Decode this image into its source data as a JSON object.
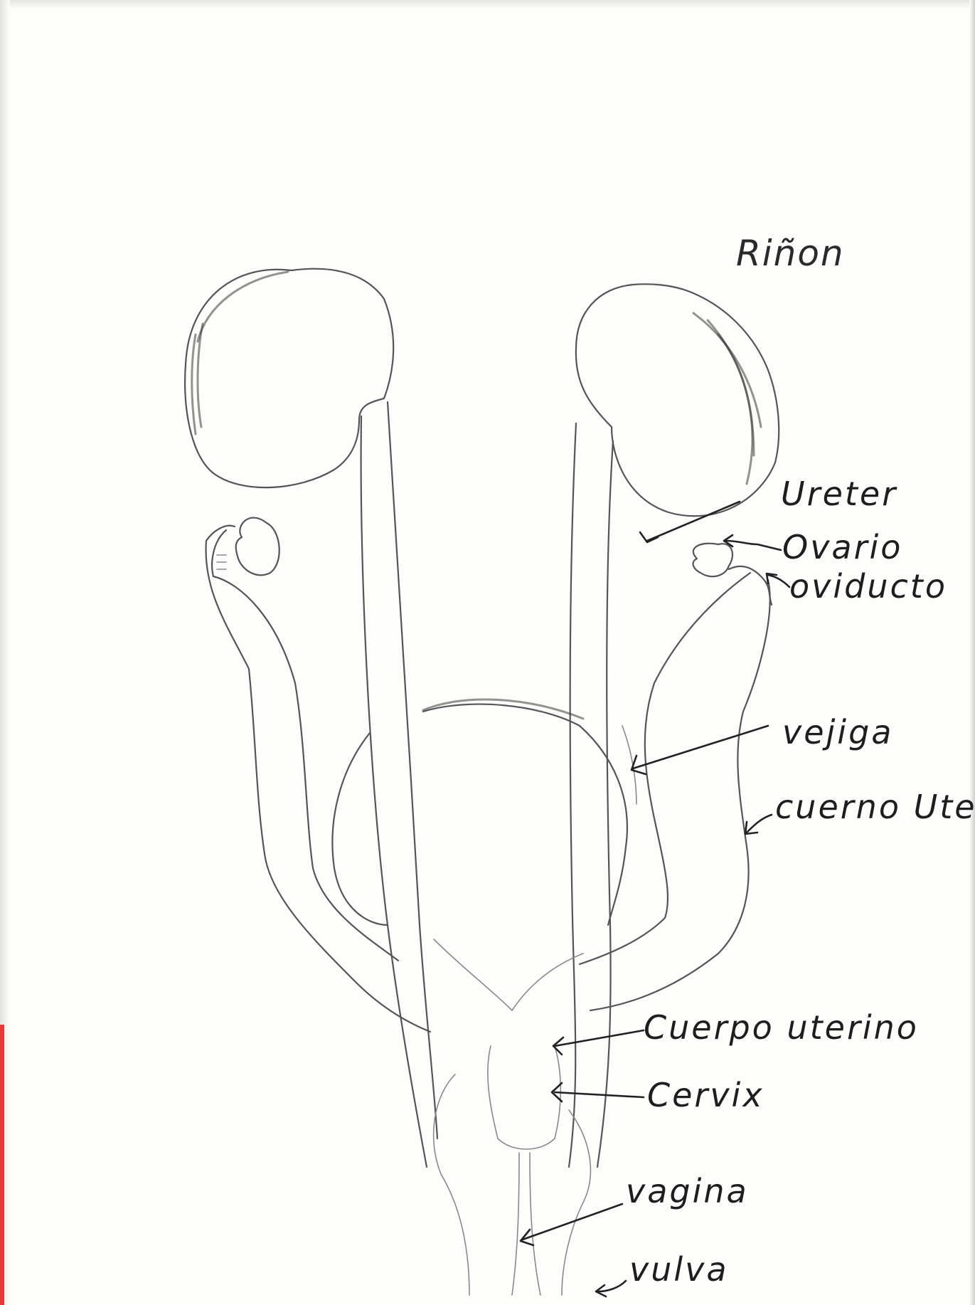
{
  "diagram": {
    "title": "Riñon",
    "labels": {
      "ureter": "Ureter",
      "ovario": "Ovario",
      "oviducto": "oviducto",
      "vejiga": "vejiga",
      "cuerno_uterino": "cuerno Uterino",
      "cuerpo_uterino": "Cuerpo uterino",
      "cervix": "Cervix",
      "vagina": "vagina",
      "vulva": "vulva"
    }
  }
}
